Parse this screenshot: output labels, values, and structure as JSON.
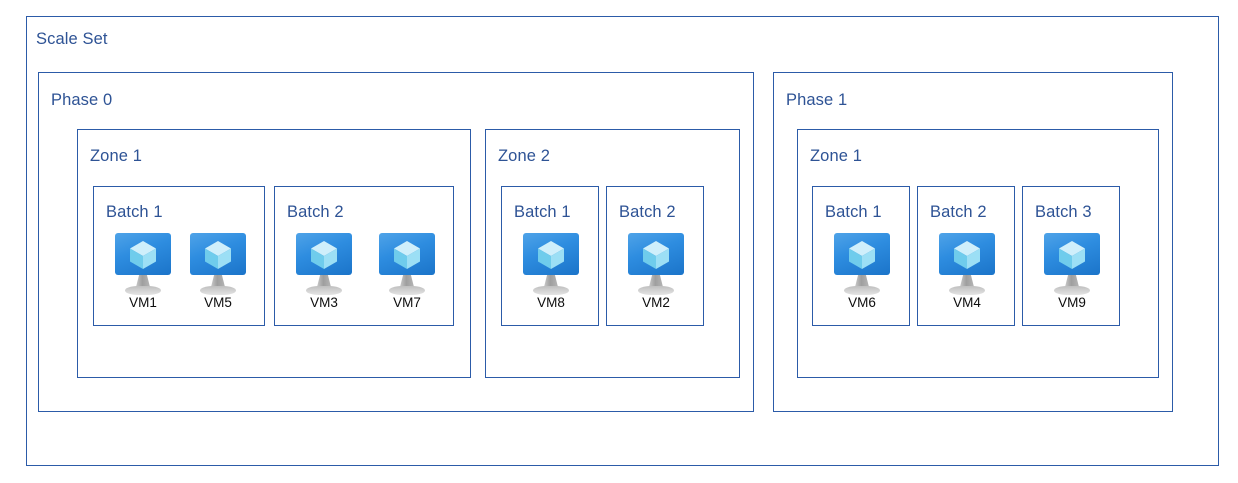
{
  "diagram": {
    "title": "Scale Set",
    "vm_icon_name": "virtual-machine-icon",
    "colors": {
      "border": "#2C5BA8",
      "label_text": "#2E5395",
      "vm_label_text": "#0D0D0D",
      "monitor_blue_light": "#4FA3E8",
      "monitor_blue_dark": "#1B74C9",
      "cube_light": "#B8E6F7",
      "cube_mid": "#7FD4F0",
      "cube_dark": "#4FC3EA",
      "stand_gray": "#B5B5B5",
      "background": "#FFFFFF"
    },
    "phases": [
      {
        "label": "Phase 0",
        "zones": [
          {
            "label": "Zone 1",
            "batches": [
              {
                "label": "Batch 1",
                "vms": [
                  "VM1",
                  "VM5"
                ]
              },
              {
                "label": "Batch 2",
                "vms": [
                  "VM3",
                  "VM7"
                ]
              }
            ]
          },
          {
            "label": "Zone 2",
            "batches": [
              {
                "label": "Batch 1",
                "vms": [
                  "VM8"
                ]
              },
              {
                "label": "Batch 2",
                "vms": [
                  "VM2"
                ]
              }
            ]
          }
        ]
      },
      {
        "label": "Phase 1",
        "zones": [
          {
            "label": "Zone 1",
            "batches": [
              {
                "label": "Batch 1",
                "vms": [
                  "VM6"
                ]
              },
              {
                "label": "Batch 2",
                "vms": [
                  "VM4"
                ]
              },
              {
                "label": "Batch 3",
                "vms": [
                  "VM9"
                ]
              }
            ]
          }
        ]
      }
    ]
  }
}
